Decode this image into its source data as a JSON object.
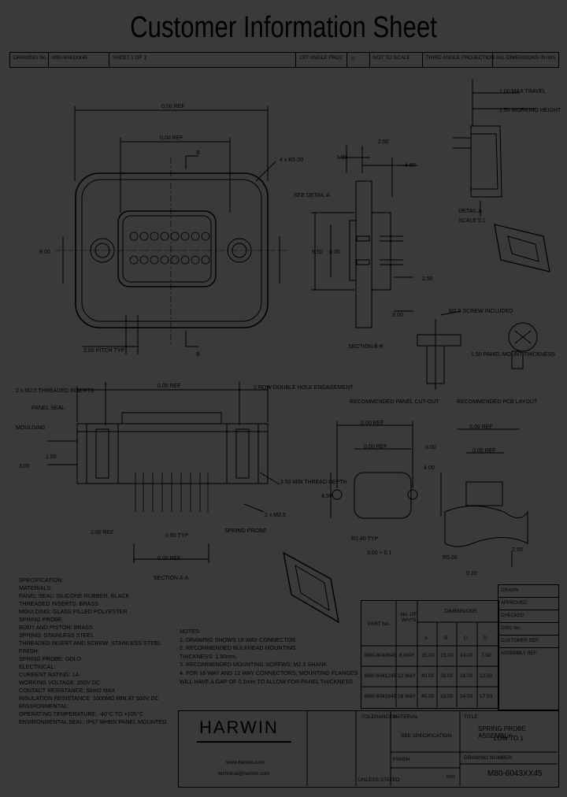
{
  "header": {
    "title": "Customer Information Sheet"
  },
  "title_block": {
    "drawing_no_label": "DRAWING No.",
    "drawing_no": "M80-6043XX45",
    "sheet": "SHEET 1 OF 1",
    "projection_label": "1ST ANGLE PROJ",
    "scale": "NOT TO SCALE",
    "third_angle": "THIRD ANGLE PROJECTION",
    "dims": "ALL DIMENSIONS IN mm"
  },
  "detail": {
    "travel": "1.00 MAX TRAVEL",
    "working_height": "1.50 WORKING HEIGHT",
    "detail_label": "DETAIL A",
    "scale": "SCALE 5:1"
  },
  "front_view": {
    "overall_width": "0.00 REF",
    "inner_width": "0.00 REF",
    "height": "8.00",
    "pitch": "2.50 PITCH TYP",
    "radius": "4 x R5.00",
    "section_mark_top": "B",
    "section_mark_bottom": "B"
  },
  "side_view": {
    "d1": "2.50",
    "d2": "4.50",
    "d3": "1.00",
    "detail_ref": "SEE DETAIL A",
    "h1": "5.50",
    "h2": "6.30",
    "d4": "2.50",
    "d5": "3.00",
    "section_label": "SECTION B-B"
  },
  "screw_view": {
    "screw": "M2.5 SCREW INCLUDED",
    "panel_thickness": "1.50 PANEL MOUNT THICKNESS"
  },
  "section_view": {
    "thread_inserts": "2 x M2.5 THREADED INSERTS",
    "panel_seal": "PANEL SEAL",
    "moulding": "MOULDING",
    "width": "0.00 REF",
    "h1": "1.50",
    "h2": "3.00",
    "bottom_w": "0.00 REF",
    "pin_dia": "0.80 TYP",
    "pcb_dim": "2.00 REF",
    "thread_depth": "3.50 MIN THREAD DEPTH",
    "thread_count": "2 x M2.5",
    "probe": "SPRING PROBE",
    "section_label": "SECTION A-A",
    "rows": "2 ROW DOUBLE HOLE ENGAGEMENT"
  },
  "panel_cutout": {
    "label": "RECOMMENDED PANEL CUT-OUT",
    "w1": "0.00 REF",
    "w2": "0.00 REF",
    "h": "4.50",
    "r": "R2.40 TYP",
    "dia": "3.00 + 0.1"
  },
  "pcb_layout": {
    "label": "RECOMMENDED PCB LAYOUT",
    "p1": "0.00 REF",
    "p2": "0.00 REF",
    "h1": "4.00",
    "h2": "3.00",
    "d": "2.50",
    "r": "R5.00",
    "dia": "0.10"
  },
  "specification": {
    "lines": [
      "SPECIFICATION:",
      "MATERIALS:",
      "PANEL SEAL: SILICONE RUBBER, BLACK",
      "THREADED INSERTS: BRASS",
      "MOULDING: GLASS FILLED POLYESTER",
      "SPRING PROBE:",
      "  BODY AND PISTON: BRASS",
      "  SPRING: STAINLESS STEEL",
      "THREADED INSERT AND SCREW: STAINLESS STEEL",
      "FINISH:",
      "  SPRING PROBE: GOLD",
      "ELECTRICAL:",
      "  CURRENT RATING: 1A",
      "  WORKING VOLTAGE: 250V DC",
      "  CONTACT RESISTANCE: 50mΩ MAX",
      "  INSULATION RESISTANCE: 1000MΩ MIN AT 500V DC",
      "ENVIRONMENTAL:",
      "  OPERATING TEMPERATURE: -40°C TO +105°C",
      "  ENVIRONMENTAL SEAL: IP67 WHEN PANEL MOUNTED"
    ]
  },
  "notes": {
    "lines": [
      "NOTES:",
      "1. DRAWING SHOWS 18 WAY CONNECTOR.",
      "2. RECOMMENDED BULKHEAD MOUNTING",
      "   THICKNESS: 1.50mm.",
      "3. RECOMMENDED MOUNTING SCREWS: M2.5 SHANK.",
      "4. FOR 18 WAY AND 12 WAY CONNECTORS, MOUNTING FLANGES",
      "   WILL HAVE A GAP OF 0.5mm TO ALLOW FOR PANEL THICKNESS."
    ]
  },
  "dim_table": {
    "part_header": "PART No.",
    "ways_header": "No. OF WAYS",
    "dims_header": "DIMENSIONS",
    "cols": [
      "A",
      "B",
      "C",
      "D"
    ],
    "rows": [
      {
        "part": "M80-6040645",
        "ways": "6 WAY",
        "a": "35.00",
        "b": "23.00",
        "c": "14.00",
        "d": "7.50"
      },
      {
        "part": "M80-6041245",
        "ways": "12 WAY",
        "a": "40.00",
        "b": "28.00",
        "c": "18.00",
        "d": "12.50"
      },
      {
        "part": "M80-6041845",
        "ways": "18 WAY",
        "a": "45.00",
        "b": "33.00",
        "c": "24.00",
        "d": "17.50"
      }
    ]
  },
  "revision_table": {
    "rows": [
      "DRAWN",
      "APPROVED",
      "CHECKED",
      "DWG No.",
      "CUSTOMER REF.",
      "ASSEMBLY REF."
    ]
  },
  "bottom_block": {
    "logo": "HARWIN",
    "website": "www.harwin.com",
    "email": "technical@harwin.com",
    "tolerances": "TOLERANCES",
    "material": "MATERIAL",
    "material_value": "SEE SPECIFICATION",
    "finish": "FINISH",
    "title_label": "TITLE",
    "title_value": "SPRING PROBE ASSEMBLY",
    "title_value2": "LOW TO 1",
    "drawing_number_label": "DRAWING NUMBER",
    "drawing_number": "M80-6043XX45",
    "unless_stated": "UNLESS STATED",
    "mm": "mm"
  }
}
